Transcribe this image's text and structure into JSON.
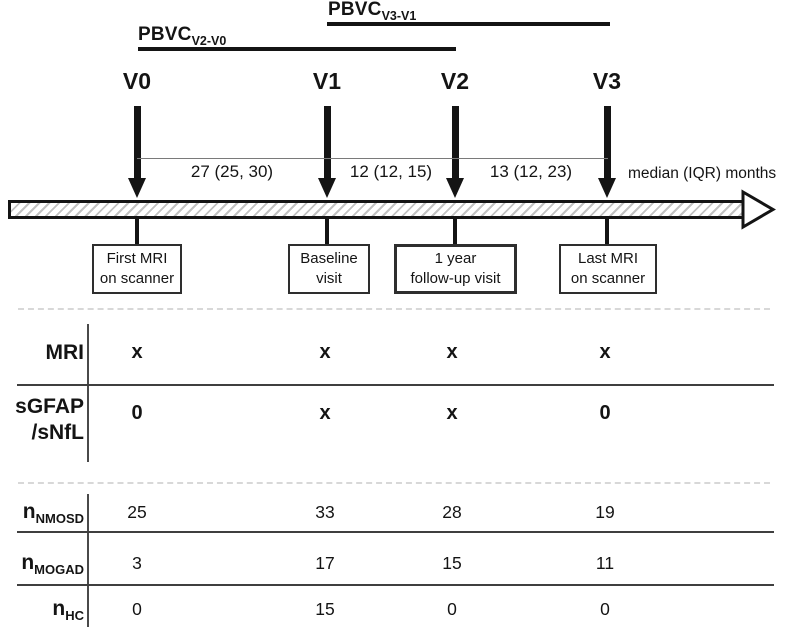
{
  "brackets": {
    "v3_v1": {
      "name": "PBVC",
      "sub": "V3-V1"
    },
    "v2_v0": {
      "name": "PBVC",
      "sub": "V2-V0"
    }
  },
  "visits": [
    "V0",
    "V1",
    "V2",
    "V3"
  ],
  "intervals": [
    "27 (25, 30)",
    "12 (12, 15)",
    "13 (12, 23)"
  ],
  "axis_note": "median (IQR) months",
  "event_boxes": [
    {
      "line1": "First MRI",
      "line2": "on scanner"
    },
    {
      "line1": "Baseline",
      "line2": "visit"
    },
    {
      "line1": "1 year",
      "line2": "follow-up visit"
    },
    {
      "line1": "Last MRI",
      "line2": "on scanner"
    }
  ],
  "assessments": {
    "rows": [
      {
        "label": "MRI",
        "values": [
          "x",
          "x",
          "x",
          "x"
        ]
      },
      {
        "label_line1": "sGFAP",
        "label_line2": "/sNfL",
        "values": [
          "0",
          "x",
          "x",
          "0"
        ]
      }
    ]
  },
  "counts": {
    "rows": [
      {
        "prefix": "n",
        "subscript": "NMOSD",
        "values": [
          "25",
          "33",
          "28",
          "19"
        ]
      },
      {
        "prefix": "n",
        "subscript": "MOGAD",
        "values": [
          "3",
          "17",
          "15",
          "11"
        ]
      },
      {
        "prefix": "n",
        "subscript": "HC",
        "values": [
          "0",
          "15",
          "0",
          "0"
        ]
      }
    ]
  },
  "colors": {
    "ink": "#141414",
    "table_line": "#3f3f3f",
    "dashed_line": "#d8d8d8",
    "hatch": "#c2c2c2"
  }
}
